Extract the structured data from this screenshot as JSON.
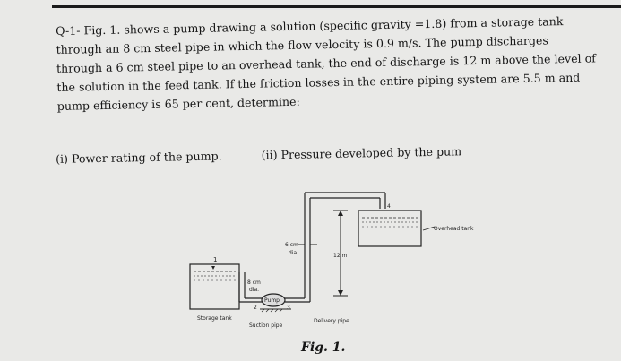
{
  "question": {
    "lines": [
      "Q-1- Fig. 1. shows a pump drawing a solution (specific gravity =1.8) from a storage tank",
      "through an 8 cm steel pipe in which the flow velocity is 0.9 m/s. The pump discharges",
      "through a 6 cm steel pipe to an overhead tank, the end of discharge is 12 m above the level of",
      "the solution in the feed tank. If the friction losses in the entire piping system are 5.5 m and",
      "pump efficiency is 65 per cent, determine:"
    ],
    "option_i": "(i) Power rating of the pump.",
    "option_ii": "(ii) Pressure developed by the pum"
  },
  "figure": {
    "labels": {
      "overhead_tank": "Overhead tank",
      "six_cm": "6 cm",
      "dia_top": "dia",
      "twelve_m": "12 m",
      "eight_cm": "8 cm",
      "dia_bottom": "dia.",
      "pump": "Pump",
      "storage_tank": "Storage tank",
      "suction_pipe": "Suction pipe",
      "delivery_pipe": "Delivery pipe",
      "point_1": "1",
      "point_2": "2",
      "point_3": "3",
      "point_4": "4"
    },
    "caption": "Fig. 1."
  }
}
